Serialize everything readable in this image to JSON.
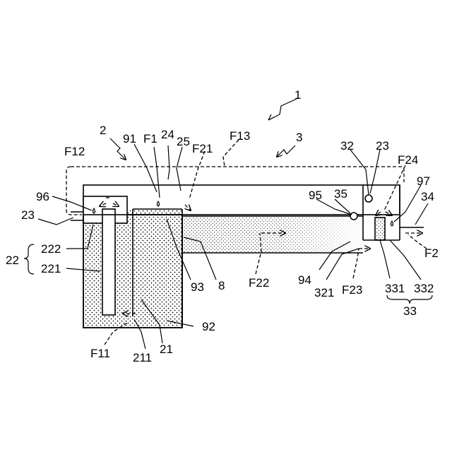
{
  "figure": {
    "labels": {
      "l1": "1",
      "l2": "2",
      "l3": "3",
      "l8": "8",
      "l21": "21",
      "l22": "22",
      "l23_left": "23",
      "l23_right": "23",
      "l24": "24",
      "l25": "25",
      "l32": "32",
      "l33": "33",
      "l34": "34",
      "l35": "35",
      "l91": "91",
      "l92": "92",
      "l93": "93",
      "l94": "94",
      "l95": "95",
      "l96": "96",
      "l97": "97",
      "l211": "211",
      "l221": "221",
      "l222": "222",
      "l321": "321",
      "l331": "331",
      "l332": "332",
      "F1": "F1",
      "F2": "F2",
      "F11": "F11",
      "F12": "F12",
      "F13": "F13",
      "F21": "F21",
      "F22": "F22",
      "F23": "F23",
      "F24": "F24"
    }
  }
}
